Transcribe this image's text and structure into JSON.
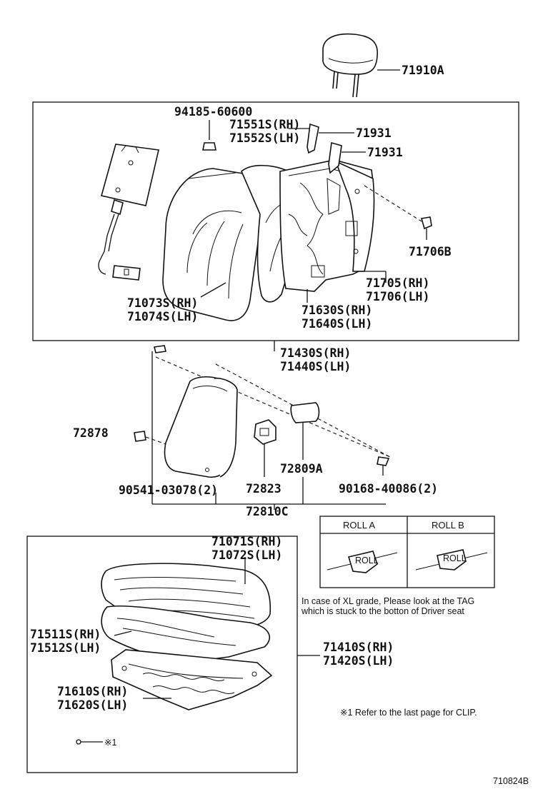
{
  "parts": {
    "headrest": "71910A",
    "bolt_top": "94185-60600",
    "clip_rh": "71551S(RH)",
    "clip_lh": "71552S(LH)",
    "clip_a": "71931",
    "clip_b": "71931",
    "grommet": "71706B",
    "frame_rh": "71705(RH)",
    "frame_lh": "71706(LH)",
    "cover_back_rh": "71073S(RH)",
    "cover_back_lh": "71074S(LH)",
    "pad_back_rh": "71630S(RH)",
    "pad_back_lh": "71640S(LH)",
    "back_assy_rh": "71430S(RH)",
    "back_assy_lh": "71440S(LH)",
    "armrest_cap": "72878",
    "armrest_bolt": "90541-03078(2)",
    "armrest_bracket": "72823",
    "armrest_cover": "72809A",
    "armrest_screw": "90168-40086(2)",
    "armrest_assy": "72810C",
    "cushion_cover_rh": "71071S(RH)",
    "cushion_cover_lh": "71072S(LH)",
    "cushion_pad_rh": "71511S(RH)",
    "cushion_pad_lh": "71512S(LH)",
    "cushion_frame_rh": "71610S(RH)",
    "cushion_frame_lh": "71620S(LH)",
    "cushion_assy_rh": "71410S(RH)",
    "cushion_assy_lh": "71420S(LH)"
  },
  "roll_table": {
    "col_a": "ROLL  A",
    "col_b": "ROLL  B",
    "tag_text": "ROLL"
  },
  "notes": {
    "xl_line1": "In case of XL grade, Please look at the TAG",
    "xl_line2": "which is stuck to the botton of Driver seat",
    "clip_note": "※1  Refer to the last page for CLIP.",
    "clip_marker": "※1"
  },
  "diagram_id": "710824B"
}
